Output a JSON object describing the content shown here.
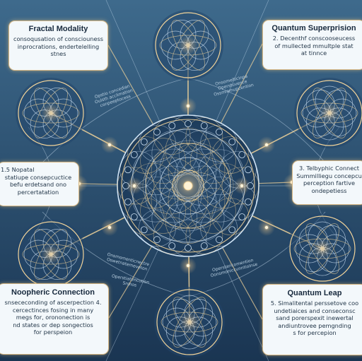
{
  "diagram": {
    "colors": {
      "background_top": "#3e6a8c",
      "background_bottom": "#1a3552",
      "line_gold": "#f2d49a",
      "line_blue": "#cfe3f5",
      "card_border": "#d8b986",
      "card_fill": "#f3f8fb"
    },
    "cards": [
      {
        "title": "Fractal Modality",
        "lines": [
          "consoqusation of consciouness",
          "inprocrations, endertelelling",
          "stnes"
        ]
      },
      {
        "title": "Quantum Superprision",
        "lines": [
          "2. Decenthf conscooseucess",
          "of mullected mmultple stat",
          "at tinnce"
        ]
      },
      {
        "title": "",
        "lines": [
          "1.5 Nopatal",
          "statiupe consepcuctice",
          "befu erdetsand ono",
          "percertatation"
        ]
      },
      {
        "title": "",
        "lines": [
          "3. Telbyphic Connect",
          "Summilliegu concepcu",
          "perception fartive",
          "ondepetiess"
        ]
      },
      {
        "title": "Noopheric Connection",
        "lines": [
          "snsececonding of ascerpection 4.",
          "cercectinces fosing in many",
          "megs for, orononection is",
          "nd states or dep songectios",
          "for perspeion"
        ]
      },
      {
        "title": "Quantum Leap",
        "lines": [
          "5. Simalitental perssetove coo",
          "undetiaices and conseconsc",
          "sand porerspexit inewertal",
          "andiuntrovee pemgnding",
          "s for percepion"
        ]
      }
    ],
    "small_labels": [
      [
        "Opstio concedian",
        "Oulsth acclimation",
        "conpeeptocess"
      ],
      [
        "Onsomelticinpa",
        "Operstuvence",
        "Ossmiamupcention"
      ],
      [
        "Onsmomenticnectre",
        "Oswetnatemeveton"
      ],
      [
        "Operstaricomention",
        "Oonsmoniccunntiolnse"
      ],
      [
        "Operstiatimcotion",
        "Snjnos"
      ]
    ]
  }
}
